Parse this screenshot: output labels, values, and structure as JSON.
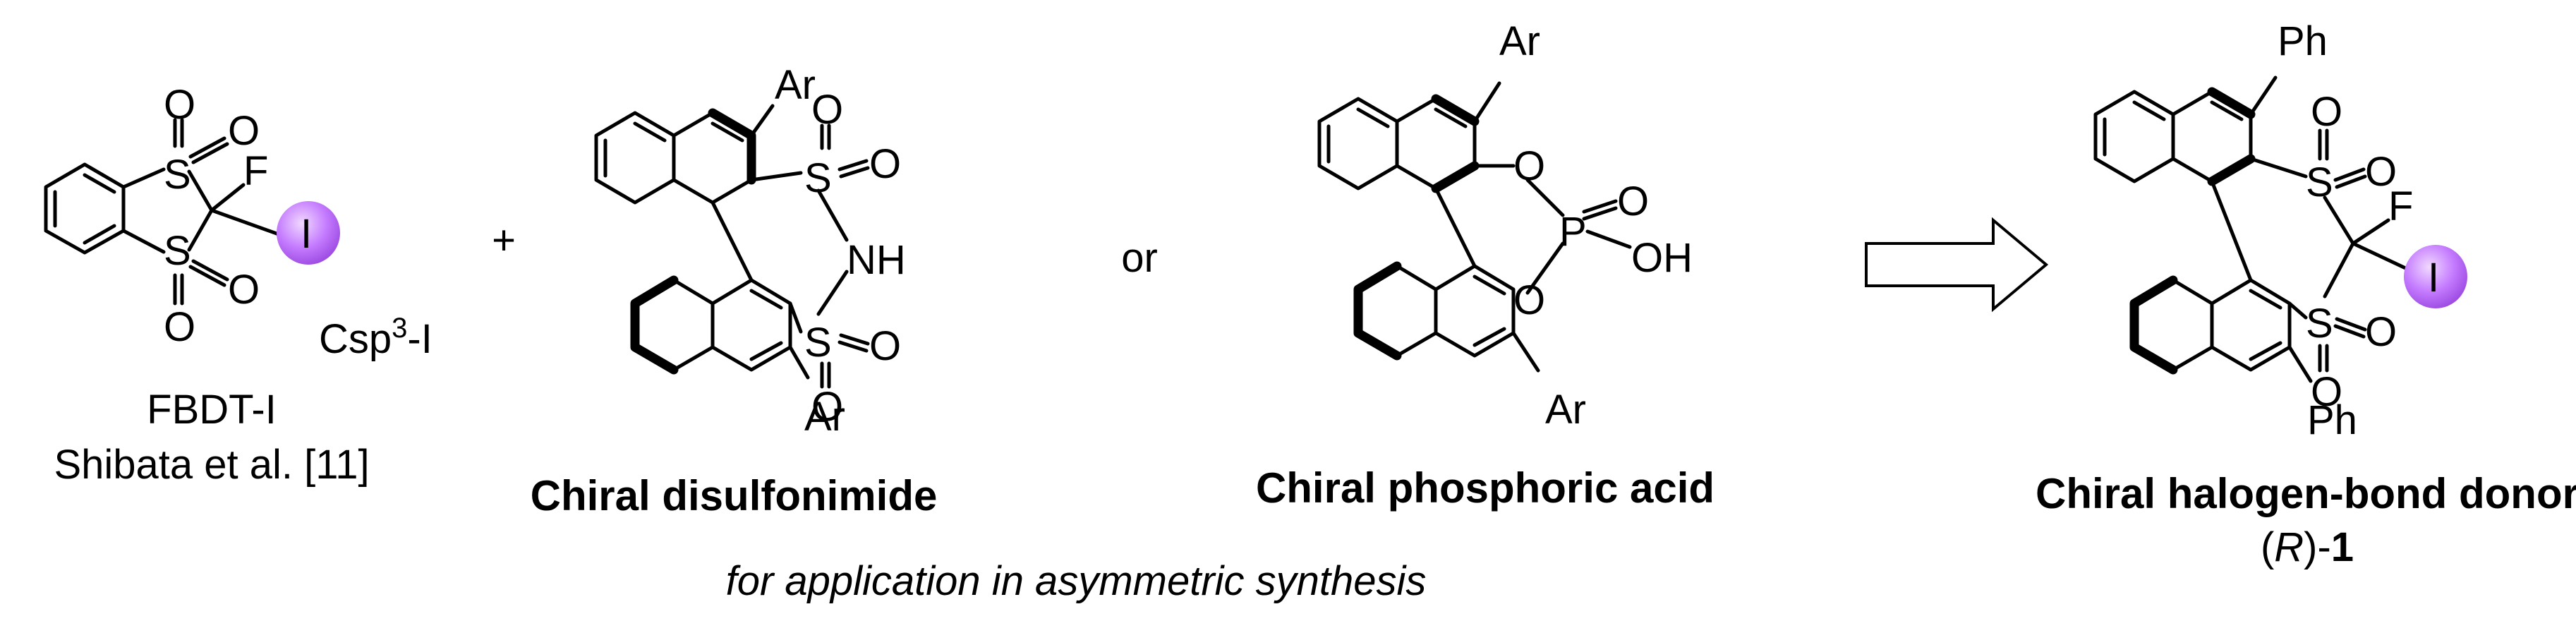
{
  "fbdt": {
    "atoms": {
      "s1": "S",
      "s2": "S",
      "o1a": "O",
      "o1b": "O",
      "o2a": "O",
      "o2b": "O",
      "f": "F",
      "i": "I"
    },
    "csp_label": "Csp",
    "csp_sup": "3",
    "csp_tail": "-I",
    "name": "FBDT-I",
    "ref": "Shibata et al. [11]",
    "iodine_color": "#c57cff"
  },
  "plus": "+",
  "or": "or",
  "disulfonimide": {
    "atoms": {
      "ar_top": "Ar",
      "ar_bottom": "Ar",
      "s1": "S",
      "s2": "S",
      "o1a": "O",
      "o1b": "O",
      "o2a": "O",
      "o2b": "O",
      "nh": "NH"
    },
    "caption": "Chiral disulfonimide"
  },
  "phosphoric": {
    "atoms": {
      "ar_top": "Ar",
      "ar_bottom": "Ar",
      "o_top": "O",
      "o_bottom": "O",
      "p": "P",
      "o_double": "O",
      "oh": "OH"
    },
    "caption": "Chiral phosphoric acid"
  },
  "donor": {
    "atoms": {
      "ph_top": "Ph",
      "ph_bottom": "Ph",
      "s1": "S",
      "s2": "S",
      "o1a": "O",
      "o1b": "O",
      "o2a": "O",
      "o2b": "O",
      "f": "F",
      "i": "I"
    },
    "caption": "Chiral halogen-bond donor",
    "compound_paren_open": "(",
    "compound_config": "R",
    "compound_paren_close": ")-",
    "compound_number": "1"
  },
  "footnote": "for application in asymmetric synthesis"
}
